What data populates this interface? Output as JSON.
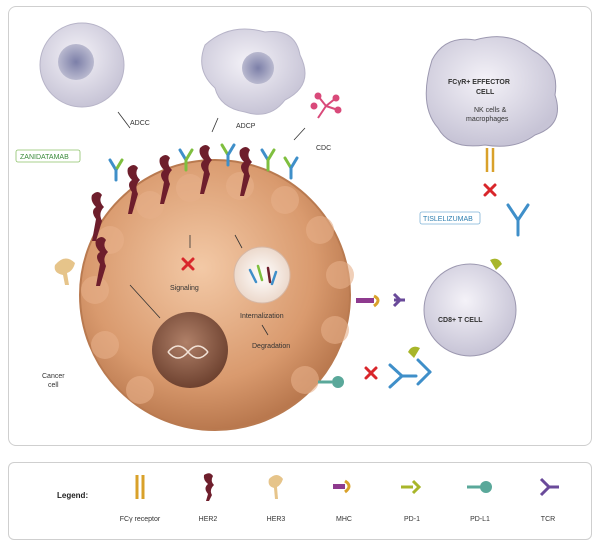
{
  "labels": {
    "adcc": "ADCC",
    "adcp": "ADCP",
    "cdc": "CDC",
    "zanidatamab": "ZANIDATAMAB",
    "tislelizumab": "TISLELIZUMAB",
    "effector_title_1": "FCγR+ EFFECTOR",
    "effector_title_2": "CELL",
    "effector_sub_1": "NK cells &",
    "effector_sub_2": "macrophages",
    "signaling": "Signaling",
    "internalization": "Internalization",
    "degradation": "Degradation",
    "cancer_1": "Cancer",
    "cancer_2": "cell",
    "tcell": "CD8+ T CELL"
  },
  "legend": {
    "title": "Legend:",
    "items": [
      {
        "label": "FCγ receptor",
        "icon": "fc-receptor-icon",
        "color": "#d9a12a"
      },
      {
        "label": "HER2",
        "icon": "her2-icon",
        "color": "#6e1e2c"
      },
      {
        "label": "HER3",
        "icon": "her3-icon",
        "color": "#e6c48a"
      },
      {
        "label": "MHC",
        "icon": "mhc-icon",
        "color": "#8e3a8e"
      },
      {
        "label": "PD-1",
        "icon": "pd1-icon",
        "color": "#a8b62a"
      },
      {
        "label": "PD-L1",
        "icon": "pdl1-icon",
        "color": "#5aa89a"
      },
      {
        "label": "TCR",
        "icon": "tcr-icon",
        "color": "#6a4a9a"
      }
    ]
  },
  "colors": {
    "cancer_cell": "#d99a6e",
    "nucleus": "#8a5a40",
    "inhibit_x": "#d9262b",
    "antibody_blue": "#3f8fc9",
    "antibody_green": "#7fbf3f"
  }
}
